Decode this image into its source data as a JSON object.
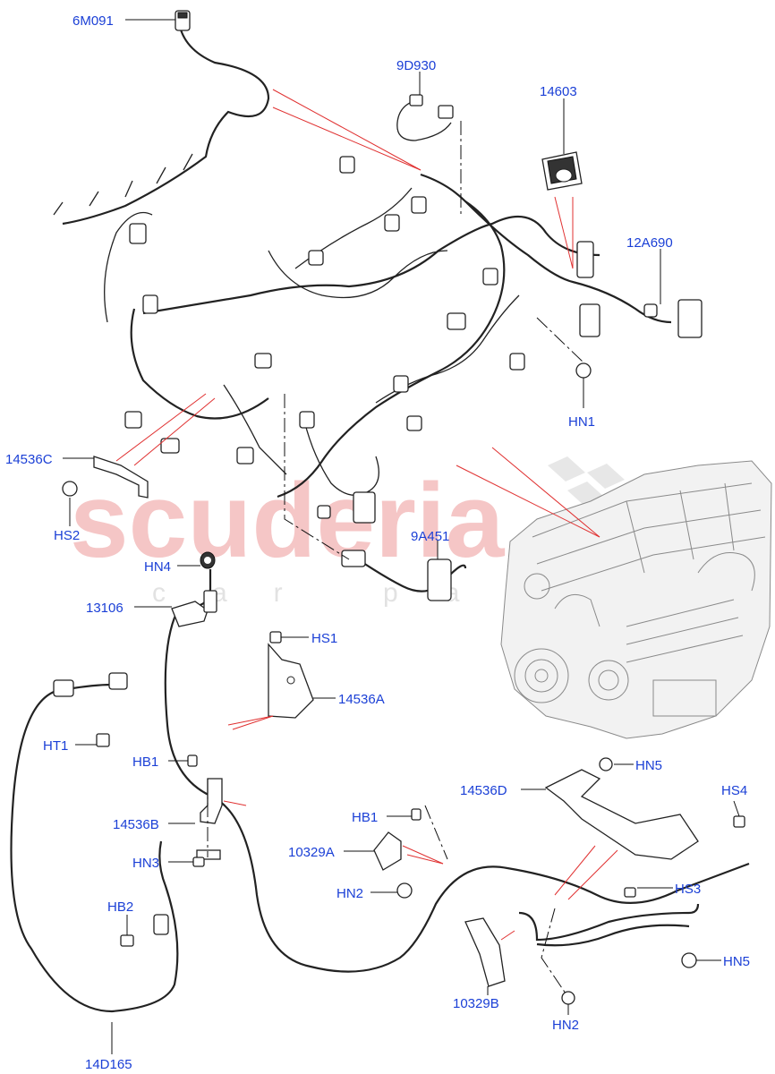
{
  "watermark": {
    "main": "scuderia",
    "sub": "car parts"
  },
  "callouts": [
    {
      "id": "6m091",
      "text": "6M091"
    },
    {
      "id": "9d930",
      "text": "9D930"
    },
    {
      "id": "14603",
      "text": "14603"
    },
    {
      "id": "12a690",
      "text": "12A690"
    },
    {
      "id": "hn1",
      "text": "HN1"
    },
    {
      "id": "14536c",
      "text": "14536C"
    },
    {
      "id": "hs2",
      "text": "HS2"
    },
    {
      "id": "hn4",
      "text": "HN4"
    },
    {
      "id": "9a451",
      "text": "9A451"
    },
    {
      "id": "13106",
      "text": "13106"
    },
    {
      "id": "hs1",
      "text": "HS1"
    },
    {
      "id": "14536a",
      "text": "14536A"
    },
    {
      "id": "ht1",
      "text": "HT1"
    },
    {
      "id": "hb1-left",
      "text": "HB1"
    },
    {
      "id": "14536b",
      "text": "14536B"
    },
    {
      "id": "hn3",
      "text": "HN3"
    },
    {
      "id": "hn5-top",
      "text": "HN5"
    },
    {
      "id": "14536d",
      "text": "14536D"
    },
    {
      "id": "hs4",
      "text": "HS4"
    },
    {
      "id": "hb1-mid",
      "text": "HB1"
    },
    {
      "id": "10329a",
      "text": "10329A"
    },
    {
      "id": "hn2-mid",
      "text": "HN2"
    },
    {
      "id": "hs3",
      "text": "HS3"
    },
    {
      "id": "hb2",
      "text": "HB2"
    },
    {
      "id": "hn5-bottom",
      "text": "HN5"
    },
    {
      "id": "10329b",
      "text": "10329B"
    },
    {
      "id": "hn2-bottom",
      "text": "HN2"
    },
    {
      "id": "14d165",
      "text": "14D165"
    }
  ]
}
